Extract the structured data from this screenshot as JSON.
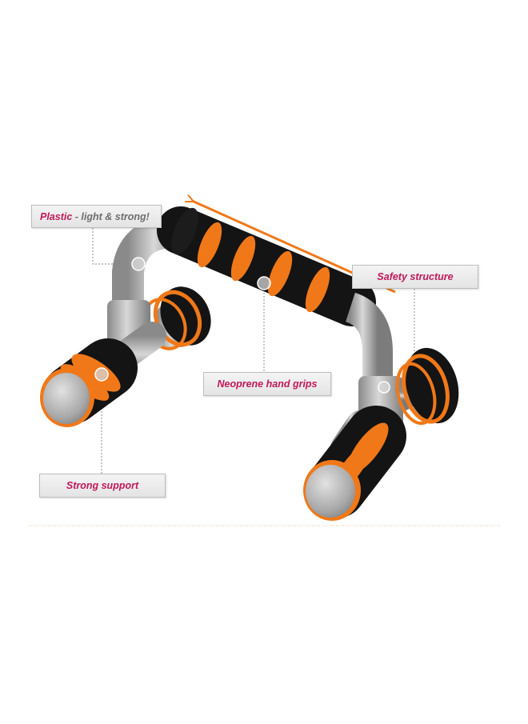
{
  "callouts": {
    "plastic": {
      "highlight": "Plastic",
      "rest": " - light & strong!"
    },
    "safety": "Safety structure",
    "grips": "Neoprene hand grips",
    "support": "Strong support"
  },
  "colors": {
    "label_text": "#c2185b",
    "label_secondary": "#6e6e6e",
    "foam_black": "#151515",
    "foam_orange": "#f07818",
    "frame_silver": "#b5b5b5",
    "arrow": "#f07818",
    "leader_line": "#a0a0a0",
    "baseline": "#e6c39a"
  },
  "icons": [
    "direction-arrow",
    "marker-dot"
  ]
}
